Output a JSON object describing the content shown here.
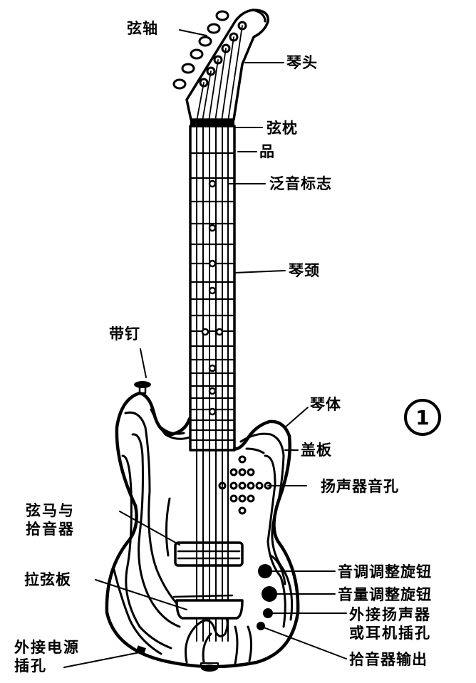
{
  "diagram": {
    "subject": "electric guitar",
    "figure_number": "1",
    "labels": [
      {
        "id": "tuning-pegs",
        "text": "弦轴"
      },
      {
        "id": "headstock",
        "text": "琴头"
      },
      {
        "id": "nut",
        "text": "弦枕"
      },
      {
        "id": "fret",
        "text": "品"
      },
      {
        "id": "position-markers",
        "text": "泛音标志"
      },
      {
        "id": "neck",
        "text": "琴颈"
      },
      {
        "id": "strap-button",
        "text": "带钉"
      },
      {
        "id": "body",
        "text": "琴体"
      },
      {
        "id": "pickguard",
        "text": "盖板"
      },
      {
        "id": "speaker-holes",
        "text": "扬声器音孔"
      },
      {
        "id": "bridge-pickup",
        "text": "弦马与\n拾音器"
      },
      {
        "id": "tailpiece",
        "text": "拉弦板"
      },
      {
        "id": "tone-knob",
        "text": "音调调整旋钮"
      },
      {
        "id": "volume-knob",
        "text": "音量调整旋钮"
      },
      {
        "id": "headphone-jack",
        "text": "外接扬声器\n或耳机插孔"
      },
      {
        "id": "pickup-output",
        "text": "拾音器输出"
      },
      {
        "id": "power-jack",
        "text": "外接电源\n插孔"
      }
    ],
    "line_one": {
      "bridge": "弦马与",
      "tailpiece_line2": "拾音器",
      "jack_line1": "外接扬声器",
      "jack_line2": "或耳机插孔",
      "power_line1": "外接电源",
      "power_line2": "插孔"
    }
  }
}
